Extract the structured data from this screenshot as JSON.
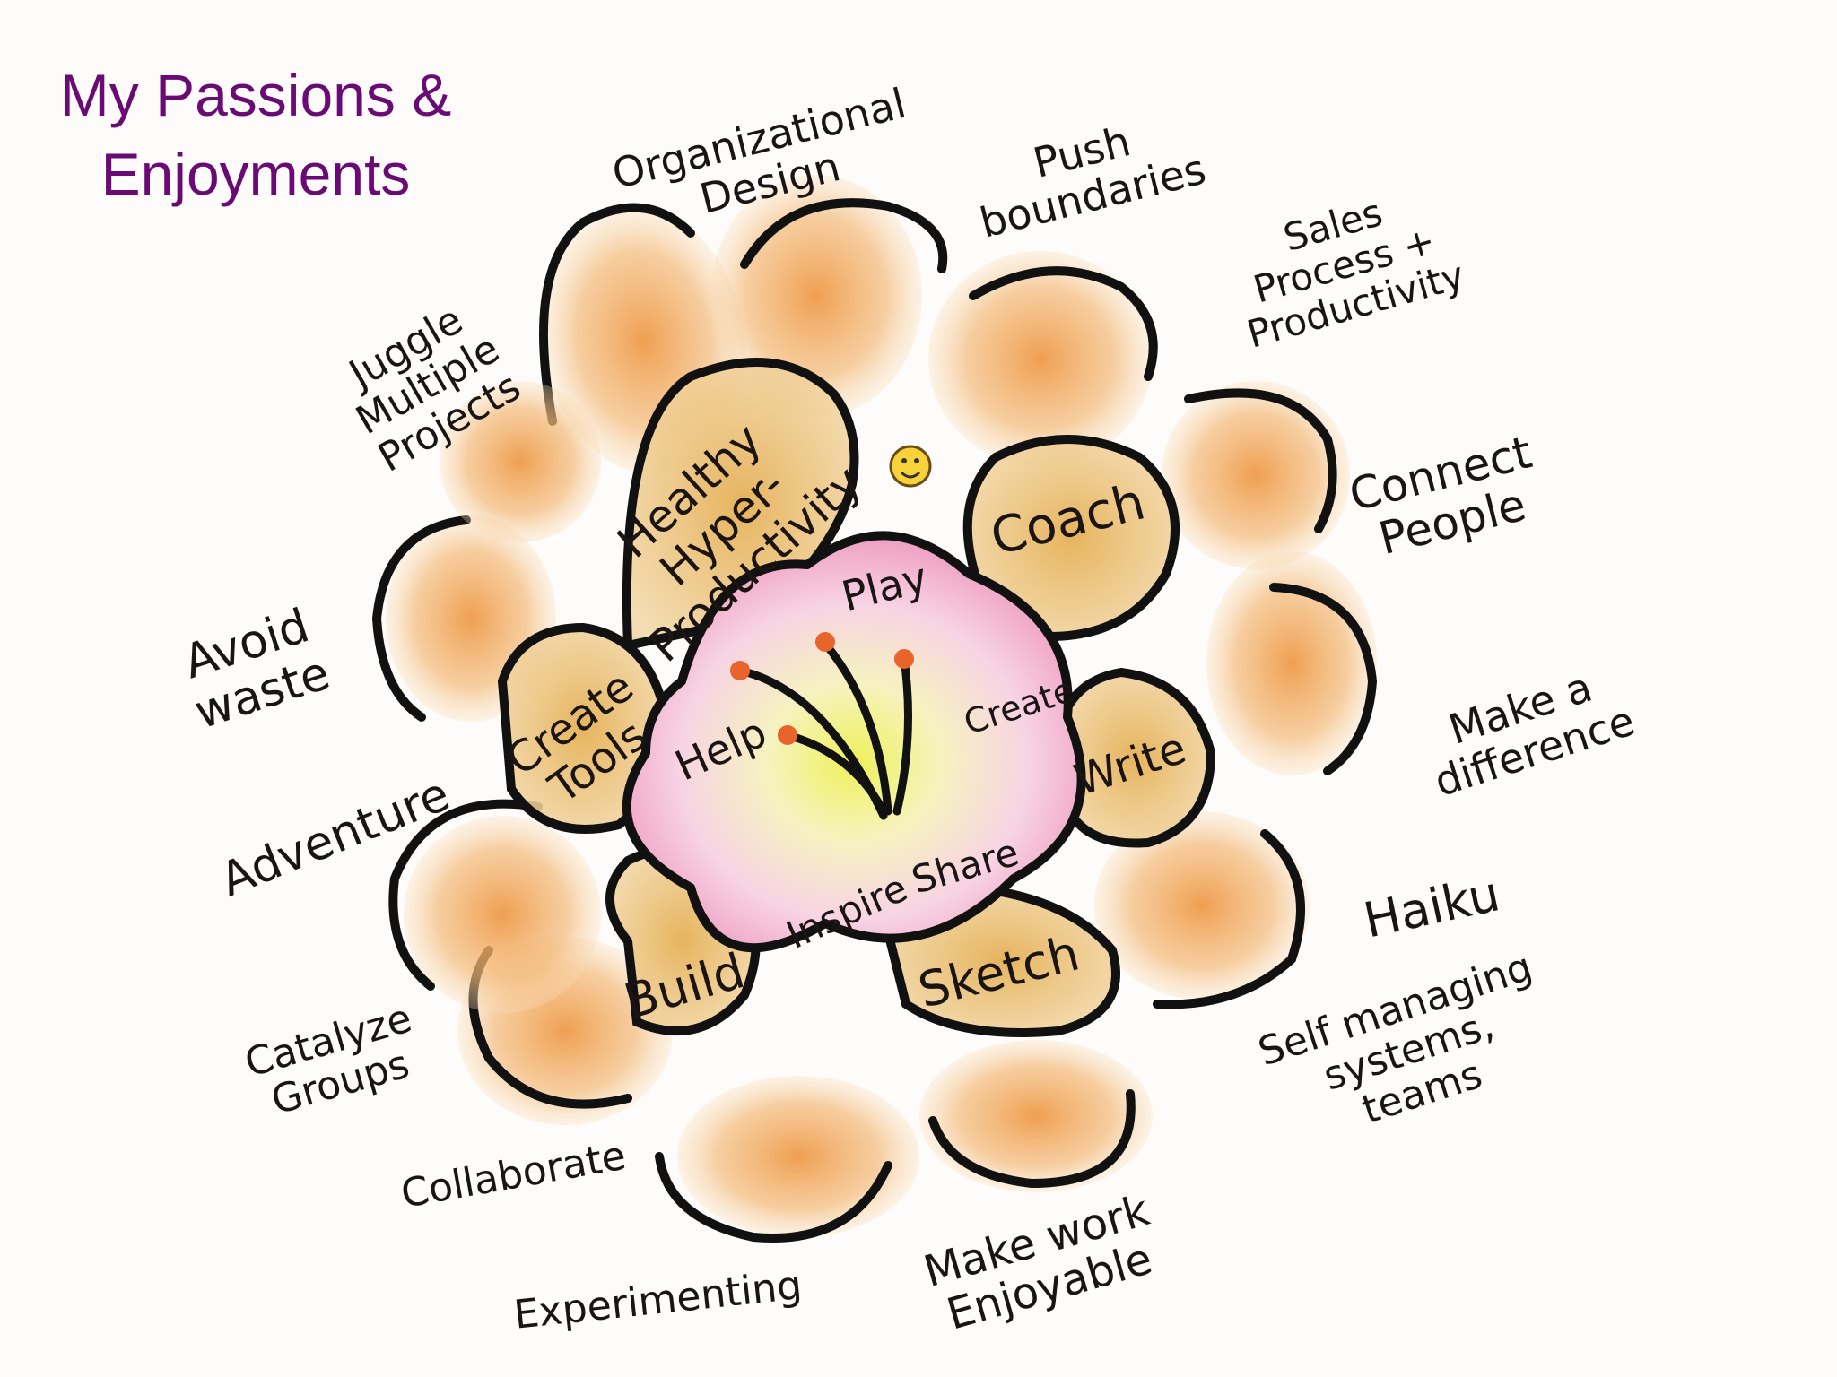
{
  "title": {
    "line1": "My Passions &",
    "line2": "Enjoyments"
  },
  "colors": {
    "title": "#6a0a74",
    "outer_petal": "#f0a55a",
    "middle_petal": "#eac48a",
    "center": "#f4c8dc",
    "pistil": "#e8ef60",
    "stamen_tip": "#e8642a",
    "ink": "#1a1414"
  },
  "outer_labels": [
    {
      "lines": [
        "Organizational",
        "Design"
      ]
    },
    {
      "lines": [
        "Push",
        "boundaries"
      ]
    },
    {
      "lines": [
        "Sales",
        "Process +",
        "Productivity"
      ]
    },
    {
      "lines": [
        "Connect",
        "People"
      ]
    },
    {
      "lines": [
        "Make a",
        "difference"
      ]
    },
    {
      "lines": [
        "Haiku"
      ]
    },
    {
      "lines": [
        "Self managing",
        "systems,",
        "teams"
      ]
    },
    {
      "lines": [
        "Make work",
        "Enjoyable"
      ]
    },
    {
      "lines": [
        "Experimenting"
      ]
    },
    {
      "lines": [
        "Collaborate"
      ]
    },
    {
      "lines": [
        "Catalyze",
        "Groups"
      ]
    },
    {
      "lines": [
        "Adventure"
      ]
    },
    {
      "lines": [
        "Avoid",
        "waste"
      ]
    },
    {
      "lines": [
        "Juggle",
        "Multiple",
        "Projects"
      ]
    }
  ],
  "middle_labels": [
    {
      "lines": [
        "Healthy",
        "Hyper-",
        "Productivity"
      ]
    },
    {
      "lines": [
        "Coach"
      ]
    },
    {
      "lines": [
        "Write"
      ]
    },
    {
      "lines": [
        "Sketch"
      ]
    },
    {
      "lines": [
        "Build"
      ]
    },
    {
      "lines": [
        "Create",
        "Tools"
      ]
    }
  ],
  "inner_labels": [
    {
      "lines": [
        "Play"
      ]
    },
    {
      "lines": [
        "Create"
      ]
    },
    {
      "lines": [
        "Share"
      ]
    },
    {
      "lines": [
        "Inspire"
      ]
    },
    {
      "lines": [
        "Help"
      ]
    }
  ]
}
